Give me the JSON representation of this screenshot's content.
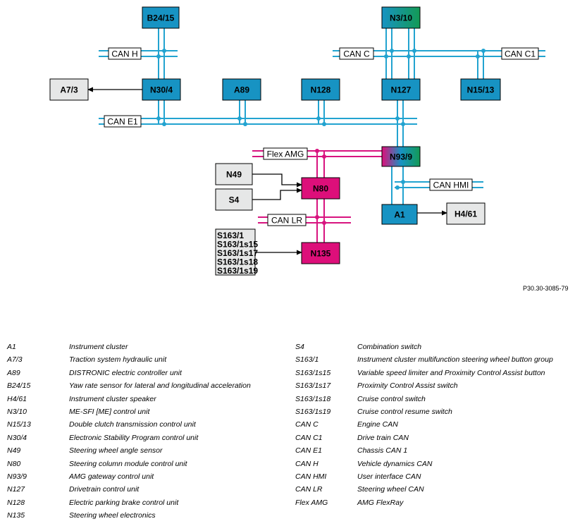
{
  "diagram": {
    "colors": {
      "cyan_box": "#1793c3",
      "cyan_line": "#22a3d0",
      "magenta_box": "#dd0f7a",
      "magenta_line": "#d8137f",
      "green_box": "#139a55",
      "grey_box": "#e6e7e7"
    },
    "nodes": {
      "B24_15": "B24/15",
      "N3_10": "N3/10",
      "A7_3": "A7/3",
      "N30_4": "N30/4",
      "A89": "A89",
      "N128": "N128",
      "N127": "N127",
      "N15_13": "N15/13",
      "N93_9": "N93/9",
      "N49": "N49",
      "S4": "S4",
      "N80": "N80",
      "A1": "A1",
      "H4_61": "H4/61",
      "N135": "N135",
      "S163_group": [
        "S163/1",
        "S163/1s15",
        "S163/1s17",
        "S163/1s18",
        "S163/1s19"
      ]
    },
    "buses": {
      "can_h": "CAN H",
      "can_c": "CAN C",
      "can_c1": "CAN C1",
      "can_e1": "CAN E1",
      "flex_amg": "Flex AMG",
      "can_hmi": "CAN HMI",
      "can_lr": "CAN LR"
    },
    "figure_ref": "P30.30-3085-79"
  },
  "legend": {
    "left": [
      {
        "code": "A1",
        "desc": "Instrument cluster"
      },
      {
        "code": "A7/3",
        "desc": "Traction system hydraulic unit"
      },
      {
        "code": "A89",
        "desc": "DISTRONIC electric controller unit"
      },
      {
        "code": "B24/15",
        "desc": "Yaw rate sensor for lateral and longitudinal acceleration"
      },
      {
        "code": "H4/61",
        "desc": "Instrument cluster speaker"
      },
      {
        "code": "N3/10",
        "desc": "ME-SFI [ME] control unit"
      },
      {
        "code": "N15/13",
        "desc": "Double clutch transmission control unit"
      },
      {
        "code": "N30/4",
        "desc": "Electronic Stability Program control unit"
      },
      {
        "code": "N49",
        "desc": "Steering wheel angle sensor"
      },
      {
        "code": "N80",
        "desc": "Steering column module control unit"
      },
      {
        "code": "N93/9",
        "desc": "AMG gateway control unit"
      },
      {
        "code": "N127",
        "desc": "Drivetrain control unit"
      },
      {
        "code": "N128",
        "desc": "Electric parking brake control unit"
      },
      {
        "code": "N135",
        "desc": "Steering wheel electronics"
      }
    ],
    "right": [
      {
        "code": "S4",
        "desc": "Combination switch"
      },
      {
        "code": "S163/1",
        "desc": "Instrument cluster multifunction steering wheel button group"
      },
      {
        "code": "S163/1s15",
        "desc": "Variable speed limiter and Proximity Control Assist button"
      },
      {
        "code": "S163/1s17",
        "desc": "Proximity Control Assist switch"
      },
      {
        "code": "S163/1s18",
        "desc": "Cruise control switch"
      },
      {
        "code": "S163/1s19",
        "desc": "Cruise control resume switch"
      },
      {
        "code": "CAN C",
        "desc": "Engine CAN"
      },
      {
        "code": "CAN C1",
        "desc": "Drive train CAN"
      },
      {
        "code": "CAN E1",
        "desc": "Chassis CAN 1"
      },
      {
        "code": "CAN H",
        "desc": "Vehicle dynamics CAN"
      },
      {
        "code": "CAN HMI",
        "desc": "User interface CAN"
      },
      {
        "code": "CAN LR",
        "desc": "Steering wheel CAN"
      },
      {
        "code": "Flex AMG",
        "desc": "AMG FlexRay"
      }
    ]
  }
}
